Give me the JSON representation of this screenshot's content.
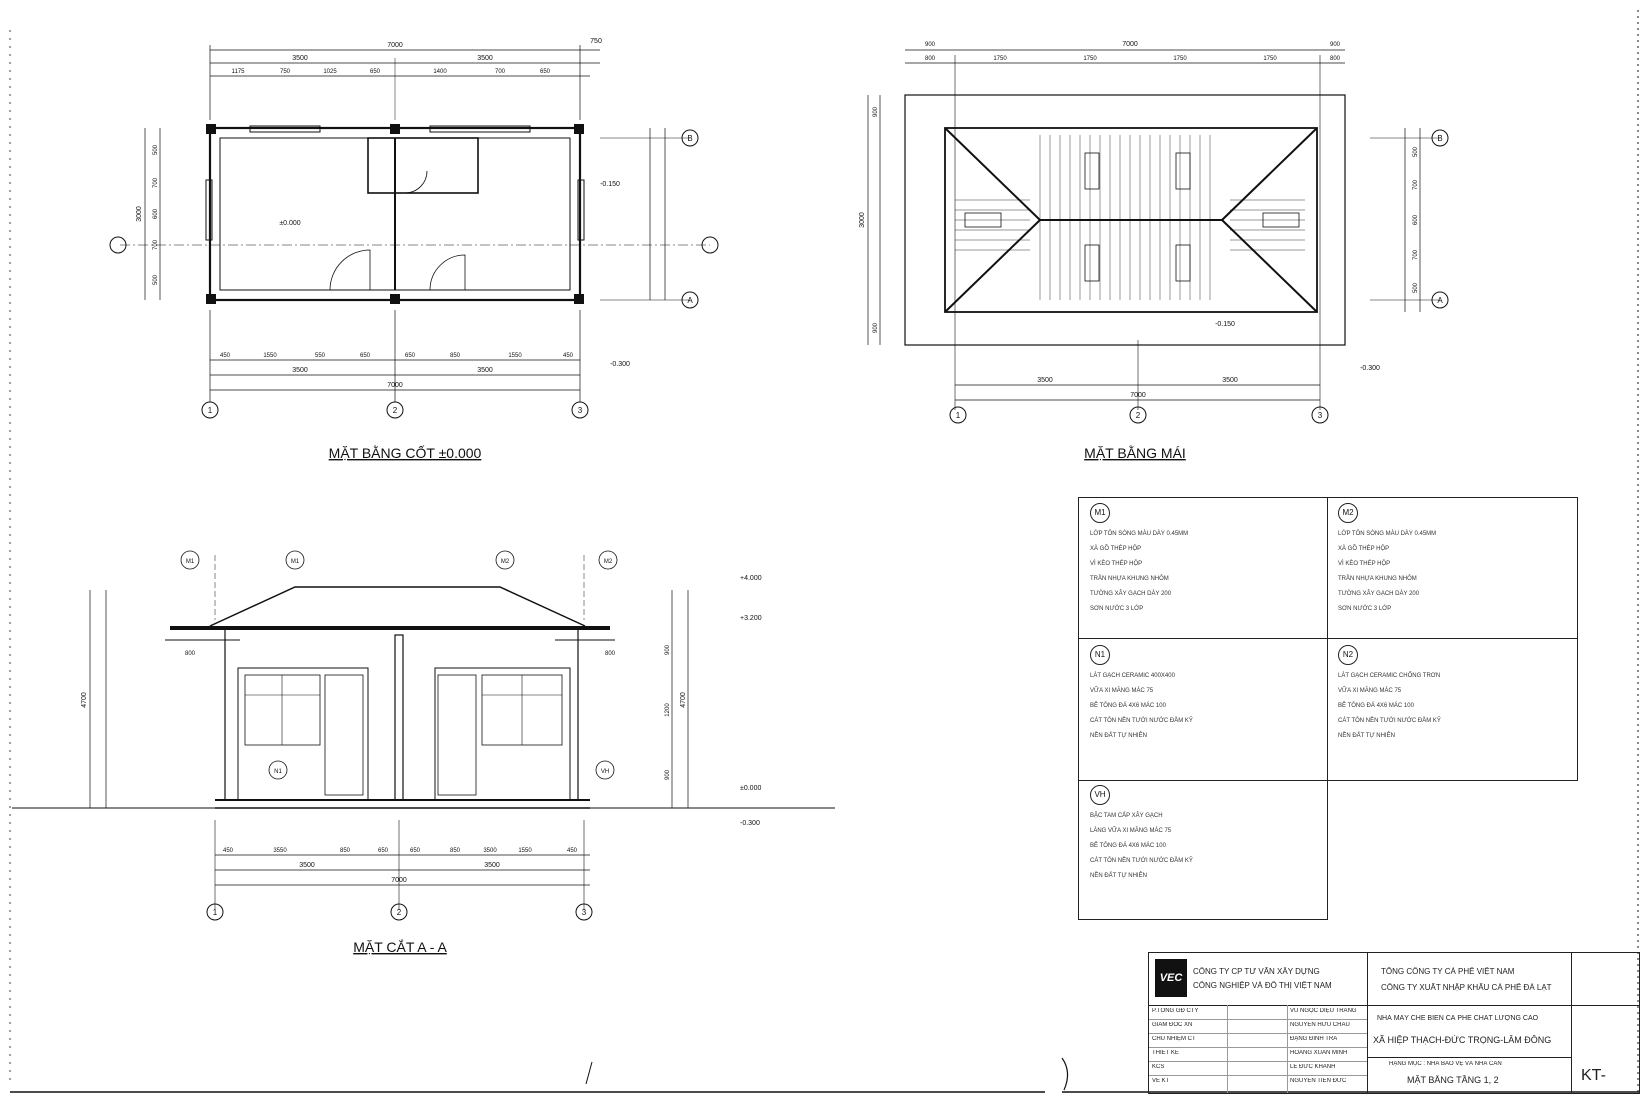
{
  "titles": {
    "plan": "MẶT BẰNG CỐT ±0.000",
    "roof": "MẶT BẰNG MÁI",
    "section": "MẶT CẮT A - A"
  },
  "plan": {
    "top_total": "7000",
    "top_side": "750",
    "top_segments": [
      "1175",
      "750",
      "1025",
      "650",
      "1400",
      "700",
      "650"
    ],
    "top_mid": [
      "3500",
      "3500"
    ],
    "bottom_segments": [
      "450",
      "1550",
      "550",
      "650",
      "650",
      "850",
      "1550",
      "450"
    ],
    "bottom_mid": [
      "3500",
      "3500"
    ],
    "bottom_total": "7000",
    "left_total": "3000",
    "left_segments": [
      "500",
      "700",
      "600",
      "700",
      "500"
    ],
    "level_floor": "±0.000",
    "level_step": "-0.150",
    "level_ground": "-0.300",
    "axes_x": [
      "1",
      "2",
      "3"
    ],
    "axes_y": [
      "A",
      "B"
    ]
  },
  "roof": {
    "top_total": "7000",
    "top_edges": [
      "900",
      "900"
    ],
    "top_segments": [
      "800",
      "1750",
      "1750",
      "1750",
      "1750",
      "800"
    ],
    "bottom_segments": [
      "3500",
      "3500"
    ],
    "bottom_total": "7000",
    "left_total": "3000",
    "left_segments": [
      "500",
      "700",
      "600",
      "700",
      "500"
    ],
    "left_edges": [
      "900",
      "900"
    ],
    "level": "-0.150",
    "level_ground": "-0.300",
    "axes_x": [
      "1",
      "2",
      "3"
    ],
    "axes_y": [
      "A",
      "B"
    ]
  },
  "section": {
    "level_roof": "+4.000",
    "level_eave": "+3.200",
    "level_floor": "±0.000",
    "level_ground": "-0.300",
    "eave_left": "800",
    "eave_right": "800",
    "height_total": "4700",
    "heights": [
      "900",
      "1200",
      "900"
    ],
    "bottom_segments": [
      "450",
      "3550",
      "850",
      "650",
      "650",
      "850",
      "3500",
      "1550",
      "450"
    ],
    "bottom_mid": [
      "3500",
      "3500"
    ],
    "bottom_total": "7000",
    "axes_x": [
      "1",
      "2",
      "3"
    ],
    "tags": [
      "M1",
      "M1",
      "M2",
      "M2",
      "N1",
      "VH"
    ]
  },
  "legend": {
    "cells": [
      {
        "tag": "M1",
        "lines": [
          "LỚP TÔN SÓNG MÀU DÀY 0.45MM",
          "XÀ GỒ THÉP HỘP",
          "VÌ KÈO THÉP HỘP",
          "TRẦN NHỰA KHUNG NHÔM",
          "TƯỜNG XÂY GẠCH DÀY 200",
          "SƠN NƯỚC 3 LỚP"
        ]
      },
      {
        "tag": "M2",
        "lines": [
          "LỚP TÔN SÓNG MÀU DÀY 0.45MM",
          "XÀ GỒ THÉP HỘP",
          "VÌ KÈO THÉP HỘP",
          "TRẦN NHỰA KHUNG NHÔM",
          "TƯỜNG XÂY GẠCH DÀY 200",
          "SƠN NƯỚC 3 LỚP"
        ]
      },
      {
        "tag": "N1",
        "lines": [
          "LÁT GẠCH CERAMIC 400X400",
          "VỮA XI MĂNG MÁC 75",
          "BÊ TÔNG ĐÁ 4X6 MÁC 100",
          "CÁT TÔN NỀN TƯỚI NƯỚC ĐẦM KỸ",
          "NỀN ĐẤT TỰ NHIÊN"
        ]
      },
      {
        "tag": "N2",
        "lines": [
          "LÁT GẠCH CERAMIC CHỐNG TRƠN",
          "VỮA XI MĂNG MÁC 75",
          "BÊ TÔNG ĐÁ 4X6 MÁC 100",
          "CÁT TÔN NỀN TƯỚI NƯỚC ĐẦM KỸ",
          "NỀN ĐẤT TỰ NHIÊN"
        ]
      },
      {
        "tag": "VH",
        "lines": [
          "BẬC TAM CẤP XÂY GẠCH",
          "LÁNG VỮA XI MĂNG MÁC 75",
          "BÊ TÔNG ĐÁ 4X6 MÁC 100",
          "CÁT TÔN NỀN TƯỚI NƯỚC ĐẦM KỸ",
          "NỀN ĐẤT TỰ NHIÊN"
        ]
      }
    ]
  },
  "titleblock": {
    "logo": "VEC",
    "company_line1": "CÔNG TY CP TƯ VẤN XÂY DỰNG",
    "company_line2": "CÔNG NGHIỆP VÀ ĐÔ THỊ VIỆT NAM",
    "client_line1": "TỔNG CÔNG TY CÀ PHÊ VIỆT NAM",
    "client_line2": "CÔNG TY XUẤT NHẬP KHẨU CÀ PHÊ ĐÀ LẠT",
    "roles": [
      "P.TỔNG GĐ CTY",
      "GIÁM ĐỐC XN",
      "CHỦ NHIỆM CT",
      "THIẾT KẾ",
      "KCS",
      "VẼ KT"
    ],
    "names": [
      "VŨ NGỌC DIỆU TRANG",
      "NGUYỄN HỮU CHÂU",
      "ĐẶNG ĐÌNH TRÀ",
      "HOÀNG XUÂN MINH",
      "LÊ ĐỨC KHÁNH",
      "NGUYỄN TIẾN ĐỨC"
    ],
    "project_line1": "NHÀ MÁY CHẾ BIẾN CÀ PHÊ CHẤT LƯỢNG CAO",
    "project_line2": "XÃ HIỆP THẠCH-ĐỨC TRỌNG-LÂM ĐỒNG",
    "item": "HẠNG MỤC : NHÀ BẢO VỆ VÀ NHÀ CÂN",
    "sheet_title": "MẶT BẰNG TẦNG 1, 2",
    "sheet_code": "KT-"
  }
}
